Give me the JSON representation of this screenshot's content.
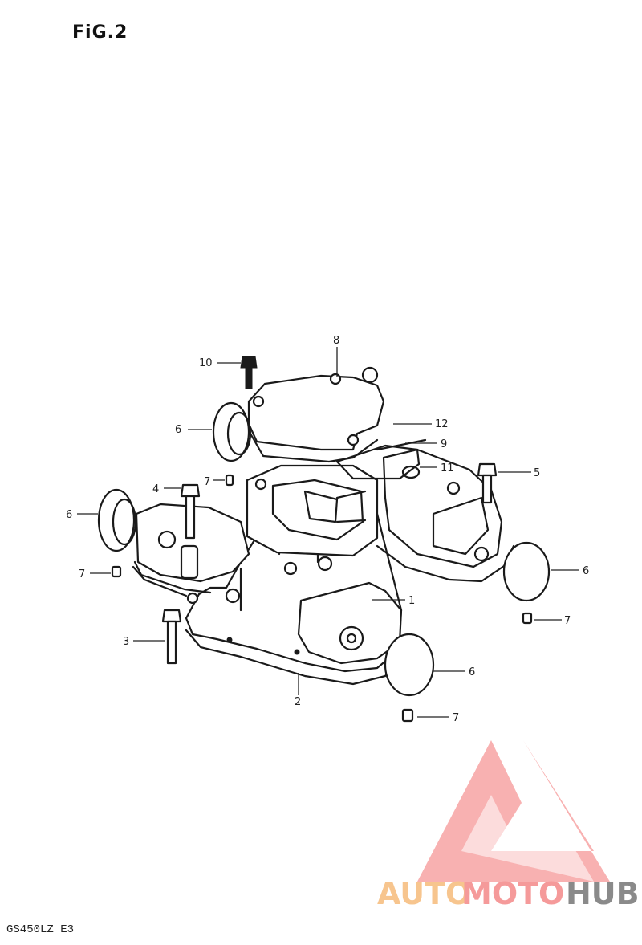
{
  "figure": {
    "title": "FiG.2"
  },
  "model_code": "GS450LZ E3",
  "callouts": [
    "1",
    "2",
    "3",
    "4",
    "5",
    "6",
    "6",
    "6",
    "6",
    "7",
    "7",
    "7",
    "7",
    "8",
    "9",
    "10",
    "11",
    "12"
  ],
  "watermark": {
    "part1": "AUTO",
    "part2": "MOTO",
    "part3": "HUB",
    "colors": {
      "auto": "#f7c58e",
      "moto": "#f59a9a",
      "hub": "#8a8a8a",
      "mark": "#f79a9a"
    }
  }
}
